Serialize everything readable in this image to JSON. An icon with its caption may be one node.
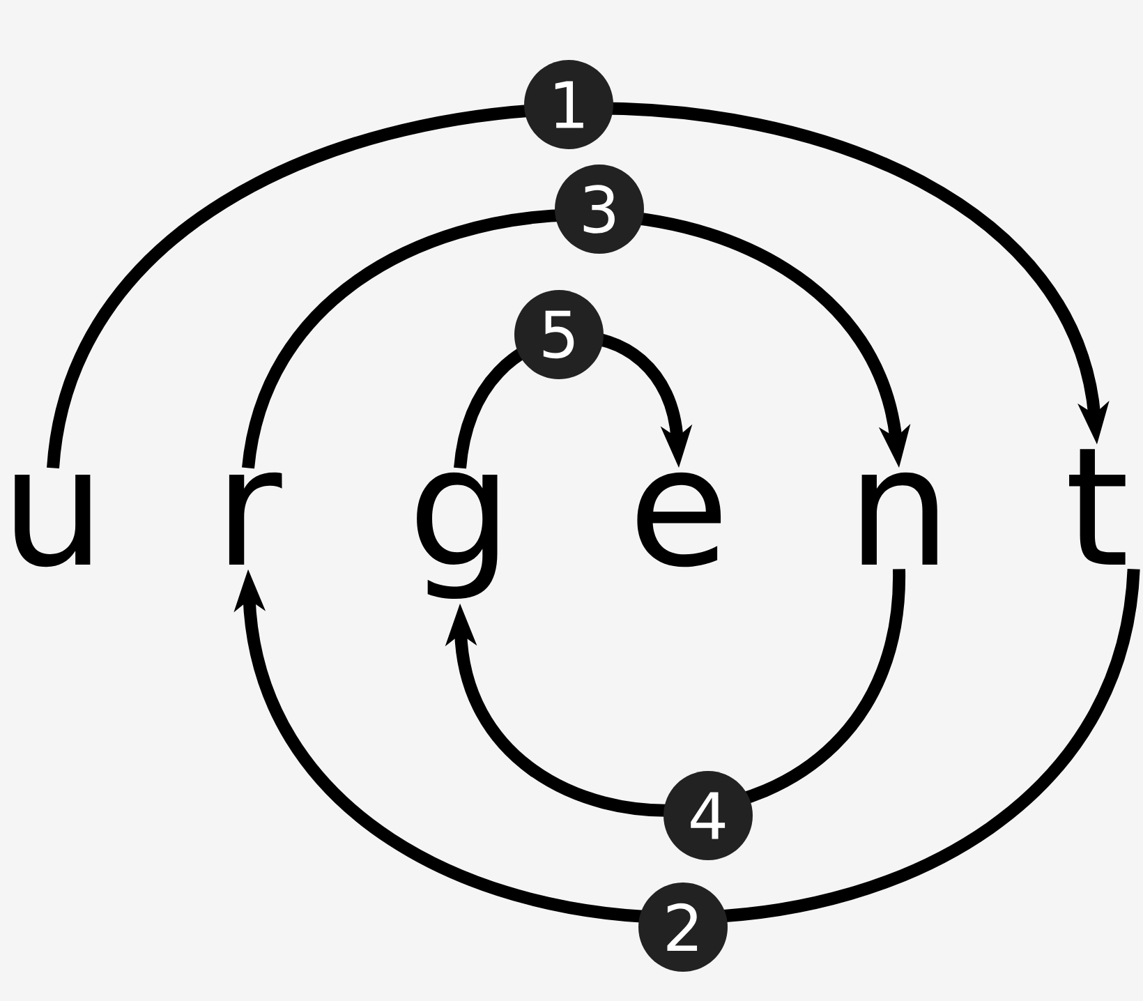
{
  "diagram": {
    "nodes": [
      {
        "text": [
          "u"
        ]
      },
      {
        "text": [
          "r"
        ]
      },
      {
        "text": [
          "g"
        ]
      },
      {
        "text": [
          "e"
        ]
      },
      {
        "text": [
          "n"
        ]
      },
      {
        "text": [
          "t"
        ]
      }
    ],
    "edges": [
      {
        "from": 0,
        "to": 5,
        "arrow": "to",
        "label": "1"
      },
      {
        "from": 5,
        "to": 1,
        "arrow": "to",
        "label": "2"
      },
      {
        "from": 1,
        "to": 4,
        "arrow": "to",
        "label": "3"
      },
      {
        "from": 4,
        "to": 2,
        "arrow": "to",
        "label": "4"
      },
      {
        "from": 2,
        "to": 3,
        "arrow": "to",
        "label": "5"
      }
    ]
  }
}
